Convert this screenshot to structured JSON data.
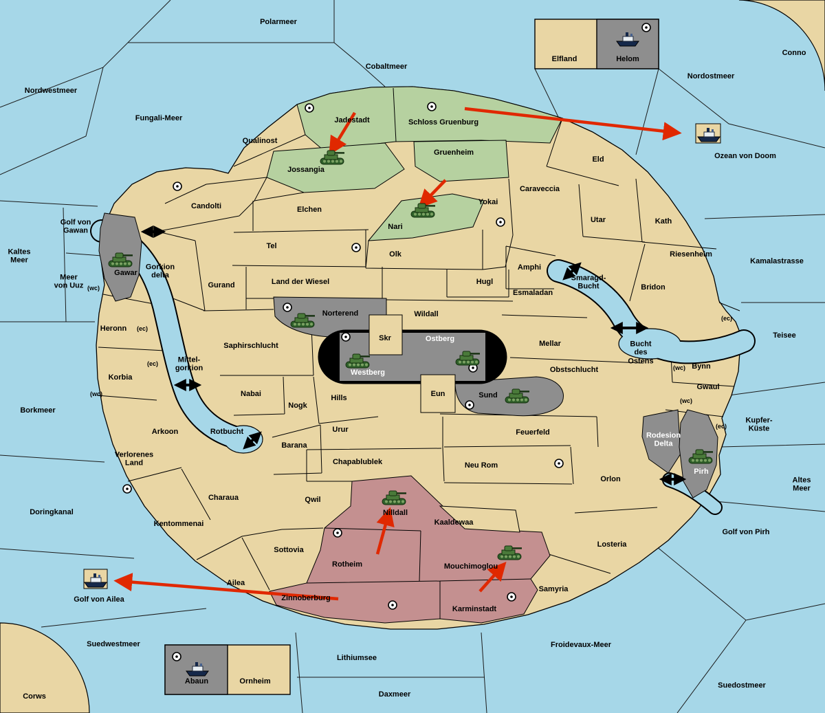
{
  "colors": {
    "water": "#a6d7e8",
    "land": "#e9d6a4",
    "green_zone": "#b6d1a0",
    "gray_zone": "#8e8e8e",
    "red_zone": "#c49090",
    "arrow_red": "#e02800",
    "border": "#000000"
  },
  "seas": [
    {
      "name": "Polarmeer"
    },
    {
      "name": "Cobaltmeer"
    },
    {
      "name": "Nordwestmeer"
    },
    {
      "name": "Nordostmeer"
    },
    {
      "name": "Fungali-Meer"
    },
    {
      "name": "Ozean von Doom"
    },
    {
      "name": "Kaltes\nMeer"
    },
    {
      "name": "Golf von\nGawan"
    },
    {
      "name": "Meer\nvon Uuz"
    },
    {
      "name": "Kamalastrasse"
    },
    {
      "name": "Teisee"
    },
    {
      "name": "Borkmeer"
    },
    {
      "name": "Kupfer-\nKüste"
    },
    {
      "name": "Altes\nMeer"
    },
    {
      "name": "Doringkanal"
    },
    {
      "name": "Golf von Pirh"
    },
    {
      "name": "Golf von Ailea"
    },
    {
      "name": "Suedwestmeer"
    },
    {
      "name": "Froidevaux-Meer"
    },
    {
      "name": "Lithiumsee"
    },
    {
      "name": "Daxmeer"
    },
    {
      "name": "Suedostmeer"
    },
    {
      "name": "Smaragd-\nBucht"
    },
    {
      "name": "Bucht\ndes\nOstens"
    },
    {
      "name": "Rotbucht"
    },
    {
      "name": "Mittel-\ngorkion"
    }
  ],
  "territories": [
    {
      "name": "Conno"
    },
    {
      "name": "Corws"
    },
    {
      "name": "Qualinost"
    },
    {
      "name": "Jadestadt"
    },
    {
      "name": "Schloss Gruenburg"
    },
    {
      "name": "Jossangia"
    },
    {
      "name": "Gruenheim"
    },
    {
      "name": "Eld"
    },
    {
      "name": "Caraveccia"
    },
    {
      "name": "Candolti"
    },
    {
      "name": "Elchen"
    },
    {
      "name": "Yokai"
    },
    {
      "name": "Utar"
    },
    {
      "name": "Kath"
    },
    {
      "name": "Nari"
    },
    {
      "name": "Tel"
    },
    {
      "name": "Olk"
    },
    {
      "name": "Riesenheim"
    },
    {
      "name": "Amphi"
    },
    {
      "name": "Gurand"
    },
    {
      "name": "Land der Wiesel"
    },
    {
      "name": "Hugl"
    },
    {
      "name": "Esmaladan"
    },
    {
      "name": "Bridon"
    },
    {
      "name": "Gawar"
    },
    {
      "name": "Gorkion\ndelta"
    },
    {
      "name": "Norterend"
    },
    {
      "name": "Wildall"
    },
    {
      "name": "Skr"
    },
    {
      "name": "Ostberg"
    },
    {
      "name": "Mellar"
    },
    {
      "name": "Bynn"
    },
    {
      "name": "Heronn"
    },
    {
      "name": "Saphirschlucht"
    },
    {
      "name": "Westberg"
    },
    {
      "name": "Obstschlucht"
    },
    {
      "name": "Korbia"
    },
    {
      "name": "Gwaul"
    },
    {
      "name": "Nabai"
    },
    {
      "name": "Eun"
    },
    {
      "name": "Sund"
    },
    {
      "name": "Hills"
    },
    {
      "name": "Nogk"
    },
    {
      "name": "Urur"
    },
    {
      "name": "Feuerfeld"
    },
    {
      "name": "Arkoon"
    },
    {
      "name": "Barana"
    },
    {
      "name": "Rodesion\nDelta"
    },
    {
      "name": "Chapablublek"
    },
    {
      "name": "Neu Rom"
    },
    {
      "name": "Verlorenes\nLand"
    },
    {
      "name": "Orlon"
    },
    {
      "name": "Pirh"
    },
    {
      "name": "Charaua"
    },
    {
      "name": "Qwil"
    },
    {
      "name": "Nilldall"
    },
    {
      "name": "Kaaldewaa"
    },
    {
      "name": "Kentommenai"
    },
    {
      "name": "Losteria"
    },
    {
      "name": "Rotheim"
    },
    {
      "name": "Mouchimoglou"
    },
    {
      "name": "Sottovia"
    },
    {
      "name": "Ailea"
    },
    {
      "name": "Zinnoberburg"
    },
    {
      "name": "Karminstadt"
    },
    {
      "name": "Samyria"
    }
  ],
  "coast_markers": [
    {
      "text": "(wc)"
    },
    {
      "text": "(ec)"
    },
    {
      "text": "(ec)"
    },
    {
      "text": "(wc)"
    },
    {
      "text": "(ec)"
    },
    {
      "text": "(wc)"
    },
    {
      "text": "(wc)"
    },
    {
      "text": "(ec)"
    }
  ],
  "boxes": {
    "top_right": {
      "left": "Elfland",
      "right": "Helom"
    },
    "bottom_left": {
      "left": "Abaun",
      "right": "Ornheim"
    }
  },
  "units": {
    "tanks": [
      "Jossangia",
      "Nari",
      "Gawar",
      "Norterend",
      "Westberg",
      "Ostberg",
      "Sund",
      "Nilldall",
      "Mouchimoglou",
      "Pirh"
    ],
    "ships": [
      "Helom",
      "Ozean von Doom",
      "Golf von Ailea",
      "Abaun"
    ]
  },
  "move_arrows": [
    {
      "from": "Schloss Gruenburg",
      "to": "Ozean von Doom"
    },
    {
      "from": "Jadestadt",
      "to": "Jossangia"
    },
    {
      "from": "Gruenheim",
      "to": "Nari"
    },
    {
      "from": "Zinnoberburg",
      "to": "Golf von Ailea"
    },
    {
      "from": "Rotheim",
      "to": "Nilldall"
    },
    {
      "from": "Karminstadt",
      "to": "Mouchimoglou"
    }
  ],
  "strait_arrows": [
    "Golf von Gawan crossing",
    "Mittelgorkion crossing",
    "Rotbucht crossing",
    "Smaragd-Bucht crossing",
    "Bucht des Ostens crossing",
    "Pirh crossing"
  ],
  "icons": {
    "tank": "tank-icon",
    "ship": "ship-icon",
    "city": "city-marker-icon"
  }
}
